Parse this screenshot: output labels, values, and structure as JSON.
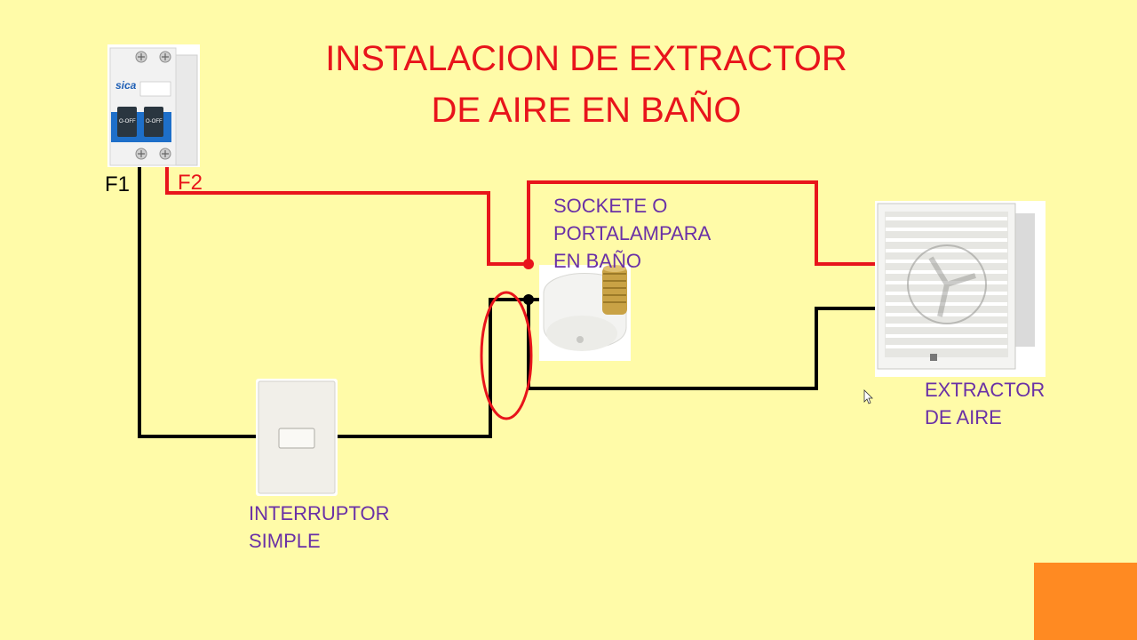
{
  "title": {
    "line1": "INSTALACION DE EXTRACTOR",
    "line2": "DE AIRE EN BAÑO"
  },
  "breaker": {
    "brand": "sica",
    "left_label": "O-OFF",
    "right_label": "O-OFF",
    "terminal_f1": "F1",
    "terminal_f2": "F2"
  },
  "socket": {
    "line1": "SOCKETE O",
    "line2": "PORTALAMPARA",
    "line3": "EN BAÑO"
  },
  "extractor": {
    "line1": "EXTRACTOR",
    "line2": "DE AIRE"
  },
  "switch": {
    "line1": "INTERRUPTOR",
    "line2": "SIMPLE"
  },
  "colors": {
    "background": "#FFFBA8",
    "phase_wire": "#E8141B",
    "neutral_wire": "#000000",
    "label_text": "#6A31A6",
    "corner_box": "#FF8A22"
  }
}
